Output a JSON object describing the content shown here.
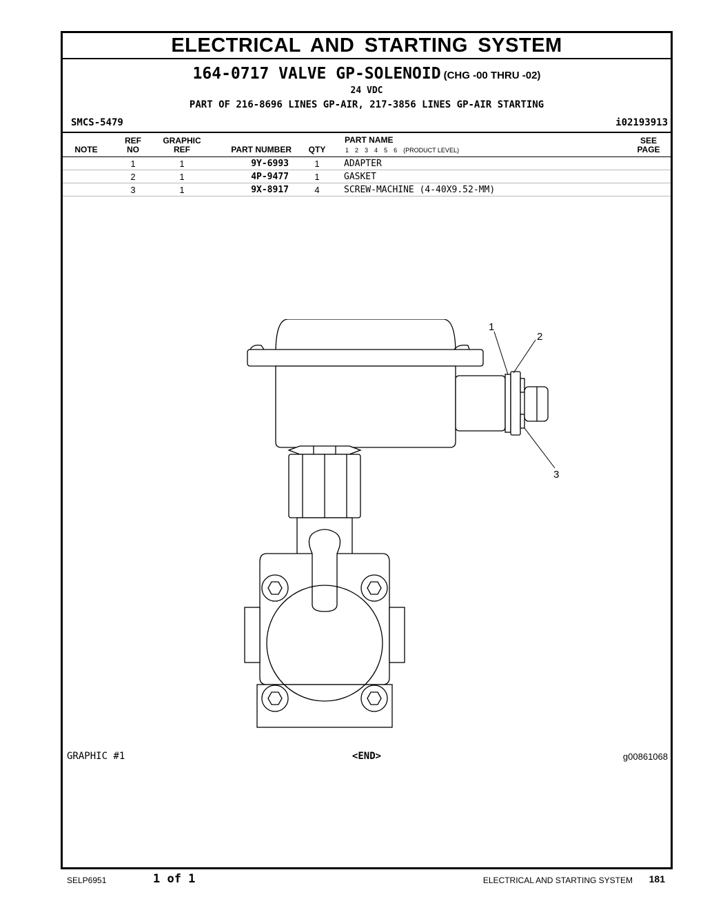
{
  "header": {
    "title": "ELECTRICAL AND STARTING SYSTEM",
    "part_title": "164-0717 VALVE GP-SOLENOID",
    "part_chg": "(CHG -00 THRU -02)",
    "voltage": "24 VDC",
    "part_of": "PART OF 216-8696 LINES GP-AIR, 217-3856 LINES GP-AIR STARTING",
    "smcs": "SMCS-5479",
    "doc_id": "i02193913"
  },
  "columns": {
    "note": "NOTE",
    "ref_top": "REF",
    "ref_bottom": "NO",
    "graphic_top": "GRAPHIC",
    "graphic_bottom": "REF",
    "part_number": "PART NUMBER",
    "qty": "QTY",
    "part_name": "PART NAME",
    "product_levels": [
      "1",
      "2",
      "3",
      "4",
      "5",
      "6"
    ],
    "product_level_label": "(PRODUCT LEVEL)",
    "see_top": "SEE",
    "see_bottom": "PAGE"
  },
  "rows": [
    {
      "ref": "1",
      "graphic_ref": "1",
      "part_number": "9Y-6993",
      "qty": "1",
      "part_name": "ADAPTER"
    },
    {
      "ref": "2",
      "graphic_ref": "1",
      "part_number": "4P-9477",
      "qty": "1",
      "part_name": "GASKET"
    },
    {
      "ref": "3",
      "graphic_ref": "1",
      "part_number": "9X-8917",
      "qty": "4",
      "part_name": "SCREW-MACHINE (4-40X9.52-MM)"
    }
  ],
  "drawing": {
    "callouts": [
      "1",
      "2",
      "3"
    ]
  },
  "graphic": {
    "label": "GRAPHIC #1",
    "end": "<END>",
    "id": "g00861068"
  },
  "footer": {
    "doc": "SELP6951",
    "pages": "1 of 1",
    "section": "ELECTRICAL AND STARTING SYSTEM",
    "page_number": "181"
  }
}
